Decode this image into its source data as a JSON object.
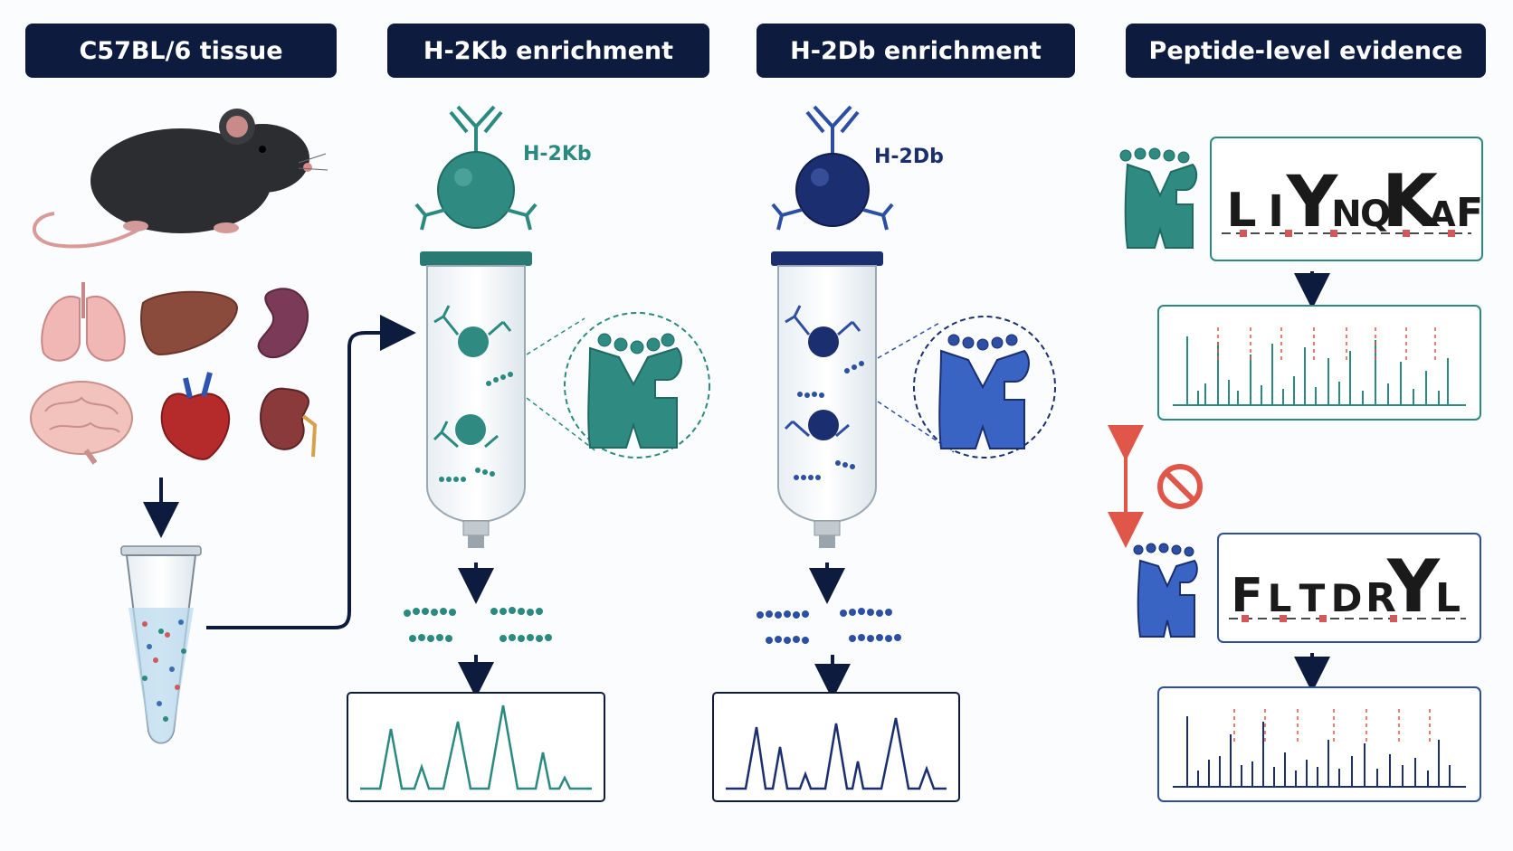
{
  "headers": [
    "C57BL/6 tissue",
    "H-2Kb enrichment",
    "H-2Db enrichment",
    "Peptide-level evidence"
  ],
  "mhc_labels": {
    "kb": "H-2Kb",
    "db": "H-2Db"
  },
  "motifs": {
    "kb": [
      "L",
      "I",
      "Y",
      "N",
      "Q",
      "K",
      "A",
      "F"
    ],
    "db": [
      "F",
      "L",
      "T",
      "D",
      "R",
      "Y",
      "L"
    ]
  },
  "colors": {
    "navy": "#0d1b3e",
    "teal": "#2a8a80",
    "blue": "#2c4fa3",
    "dark_blue": "#1b2f70",
    "red_accent": "#e0574a"
  },
  "icons": {
    "mouse": "mouse-icon",
    "organs": [
      "lung-icon",
      "liver-icon",
      "spleen-icon",
      "brain-icon",
      "heart-icon",
      "kidney-icon"
    ],
    "no_cross": "prohibited-icon"
  }
}
